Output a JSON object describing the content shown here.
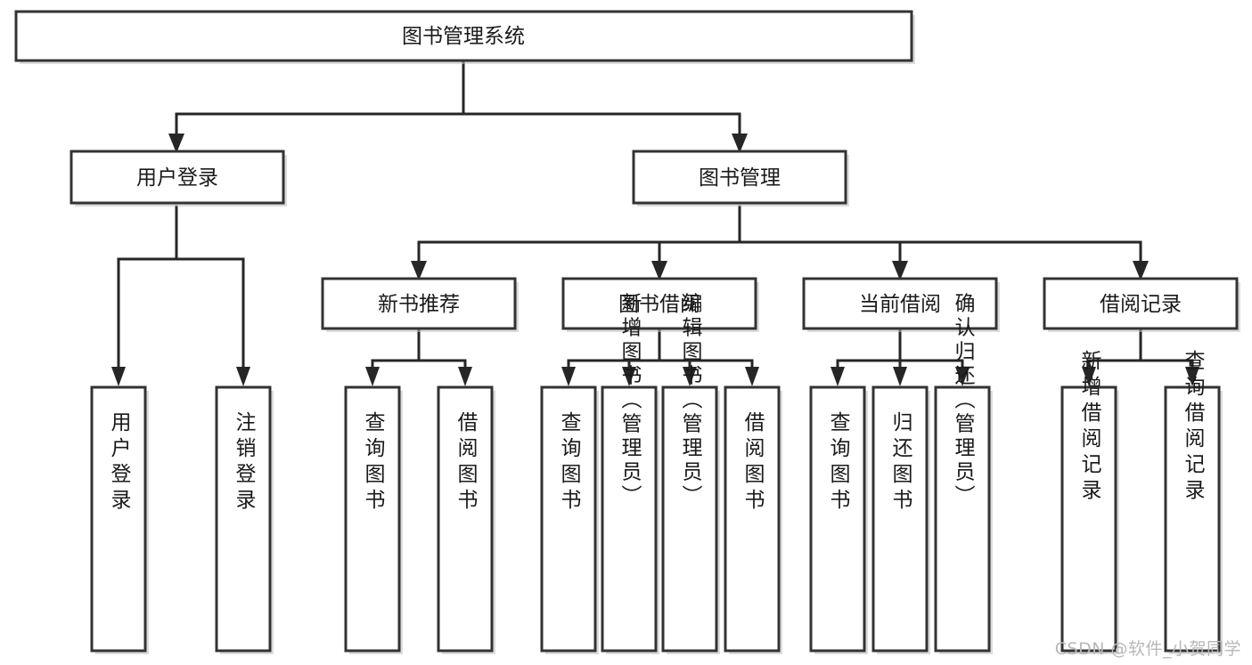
{
  "diagram": {
    "title": "图书管理系统",
    "type": "tree-hierarchy",
    "watermark": "CSDN @软件_小贺同学",
    "colors": {
      "box_fill": "#ffffff",
      "box_stroke": "#333333",
      "connector": "#262626",
      "text": "#1a1a1a",
      "watermark": "#b8b8b8"
    },
    "levels": {
      "root": {
        "label": "图书管理系统"
      },
      "level2": [
        {
          "id": "user-login",
          "label": "用户登录"
        },
        {
          "id": "book-management",
          "label": "图书管理"
        }
      ],
      "level3": [
        {
          "id": "new-book-recommend",
          "label": "新书推荐",
          "parent": "book-management"
        },
        {
          "id": "book-borrow",
          "label": "图书借阅",
          "parent": "book-management"
        },
        {
          "id": "current-borrow",
          "label": "当前借阅",
          "parent": "book-management"
        },
        {
          "id": "borrow-record",
          "label": "借阅记录",
          "parent": "book-management"
        }
      ],
      "leaves": [
        {
          "id": "leaf-user-login",
          "label": "用户登录",
          "parent": "user-login"
        },
        {
          "id": "leaf-logout-login",
          "label": "注销登录",
          "parent": "user-login"
        },
        {
          "id": "leaf-query-book-1",
          "label": "查询图书",
          "parent": "new-book-recommend"
        },
        {
          "id": "leaf-borrow-book-1",
          "label": "借阅图书",
          "parent": "new-book-recommend"
        },
        {
          "id": "leaf-query-book-2",
          "label": "查询图书",
          "parent": "book-borrow"
        },
        {
          "id": "leaf-add-book",
          "label": "新增图书（管理员）",
          "parent": "book-borrow"
        },
        {
          "id": "leaf-edit-book",
          "label": "编辑图书（管理员）",
          "parent": "book-borrow"
        },
        {
          "id": "leaf-borrow-book-2",
          "label": "借阅图书",
          "parent": "book-borrow"
        },
        {
          "id": "leaf-query-book-3",
          "label": "查询图书",
          "parent": "current-borrow"
        },
        {
          "id": "leaf-return-book",
          "label": "归还图书",
          "parent": "current-borrow"
        },
        {
          "id": "leaf-confirm-return",
          "label": "确认归还（管理员）",
          "parent": "current-borrow"
        },
        {
          "id": "leaf-add-record",
          "label": "新增借阅记录",
          "parent": "borrow-record"
        },
        {
          "id": "leaf-query-record",
          "label": "查询借阅记录",
          "parent": "borrow-record"
        }
      ]
    }
  }
}
